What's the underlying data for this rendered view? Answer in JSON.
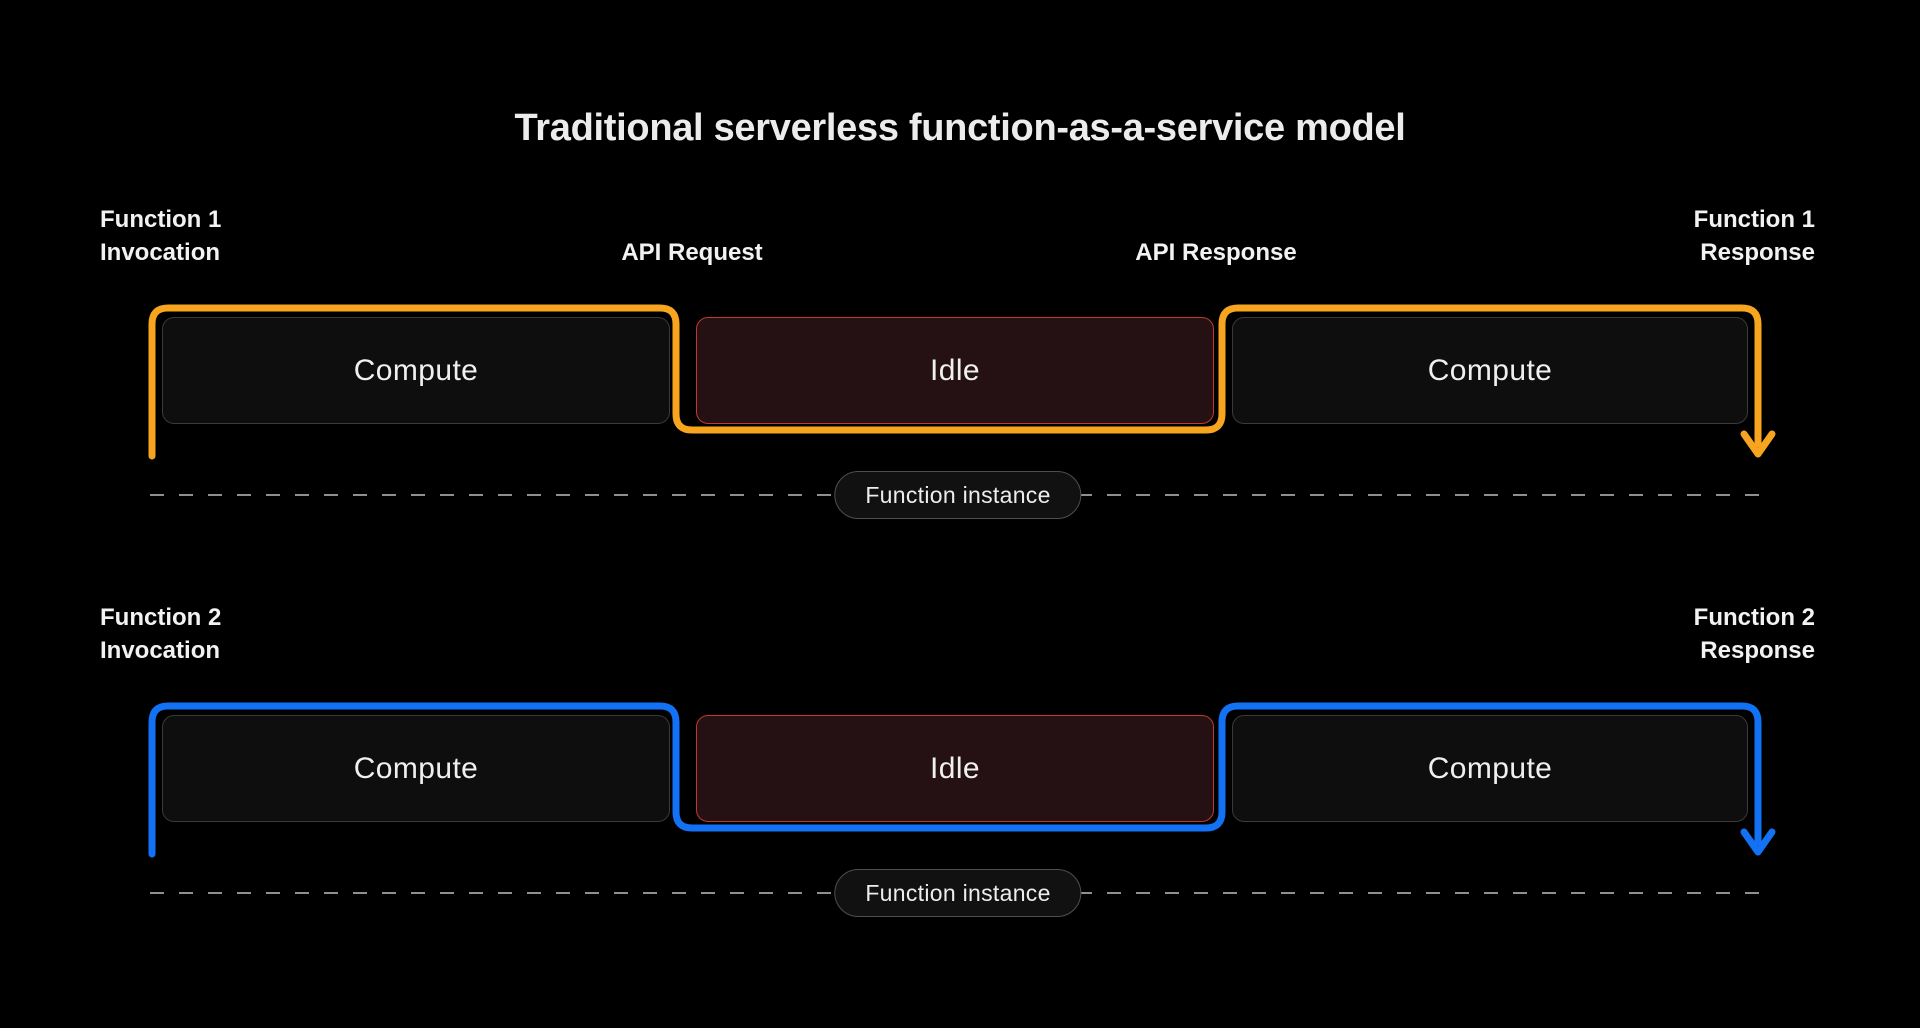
{
  "page": {
    "title": "Traditional serverless function-as-a-service model"
  },
  "colors": {
    "background": "#000000",
    "function1_accent": "#F7A41F",
    "function2_accent": "#1272F3",
    "box_fill": "#0E0E0E",
    "box_border": "#3A3A3A",
    "idle_fill": "#251113",
    "idle_border": "#C03A2E",
    "pill_fill": "#111111",
    "pill_border": "#4F4F4F",
    "dash_color": "#8F8F8F",
    "text_primary": "#F2F2F2"
  },
  "functions": [
    {
      "invocation_line1": "Function 1",
      "invocation_line2": "Invocation",
      "api_request_label": "API Request",
      "api_response_label": "API Response",
      "response_line1": "Function 1",
      "response_line2": "Response",
      "segments": [
        {
          "label": "Compute",
          "state": "compute"
        },
        {
          "label": "Idle",
          "state": "idle"
        },
        {
          "label": "Compute",
          "state": "compute"
        }
      ],
      "instance_label": "Function instance"
    },
    {
      "invocation_line1": "Function 2",
      "invocation_line2": "Invocation",
      "response_line1": "Function 2",
      "response_line2": "Response",
      "segments": [
        {
          "label": "Compute",
          "state": "compute"
        },
        {
          "label": "Idle",
          "state": "idle"
        },
        {
          "label": "Compute",
          "state": "compute"
        }
      ],
      "instance_label": "Function instance"
    }
  ]
}
